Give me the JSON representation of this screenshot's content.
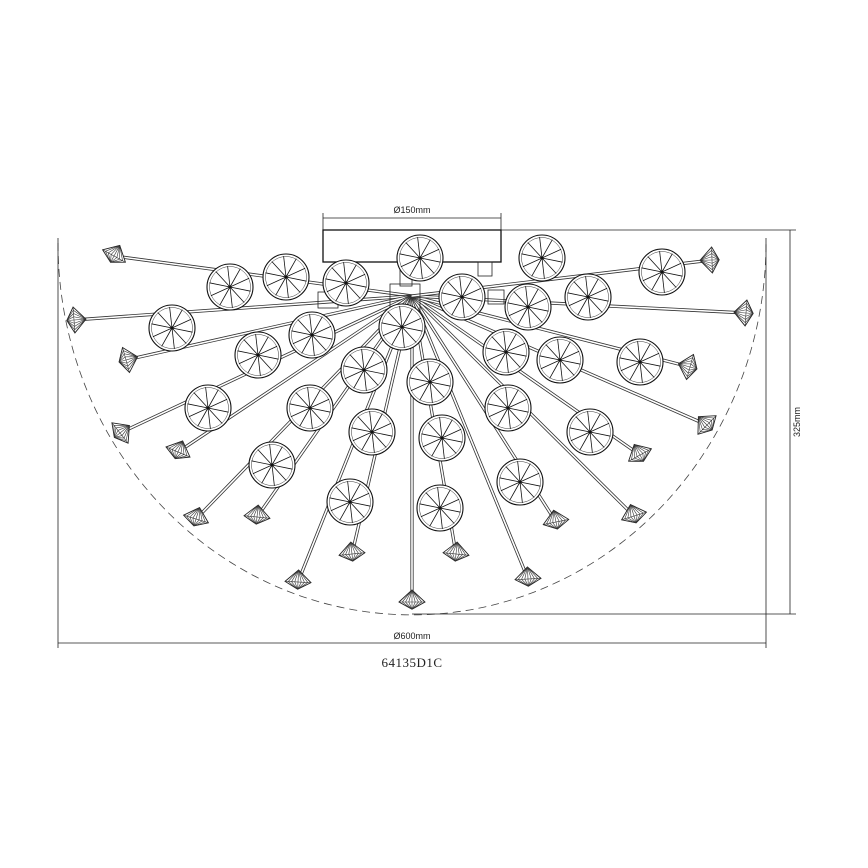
{
  "dimensions": {
    "top_diameter": "Ø150mm",
    "height": "325mm",
    "bottom_diameter": "Ø600mm"
  },
  "model_number": "64135D1C"
}
